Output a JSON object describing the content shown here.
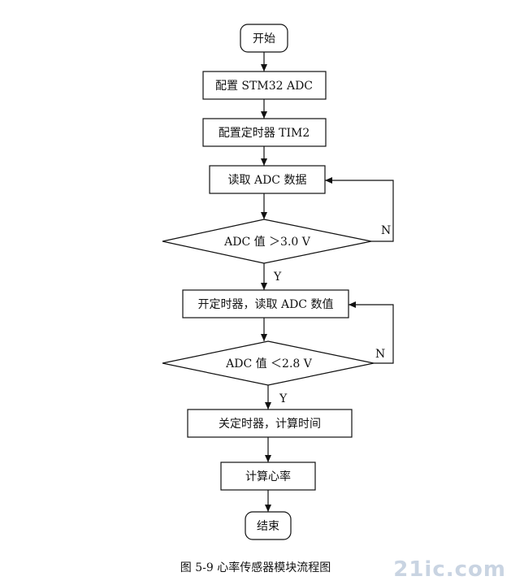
{
  "nodes": {
    "start": "开始",
    "config_adc": "配置 STM32 ADC",
    "config_timer": "配置定时器 TIM2",
    "read_adc": "读取 ADC 数据",
    "check_high": "ADC 值 ＞3.0 V",
    "start_timer": "开定时器，读取 ADC 数值",
    "check_low": "ADC 值 ＜2.8 V",
    "stop_timer": "关定时器，计算时间",
    "calc_rate": "计算心率",
    "end": "结束"
  },
  "edges": {
    "yes1": "Y",
    "no1": "N",
    "yes2": "Y",
    "no2": "N"
  },
  "caption": "图 5-9  心率传感器模块流程图",
  "watermark": "21ic.com"
}
